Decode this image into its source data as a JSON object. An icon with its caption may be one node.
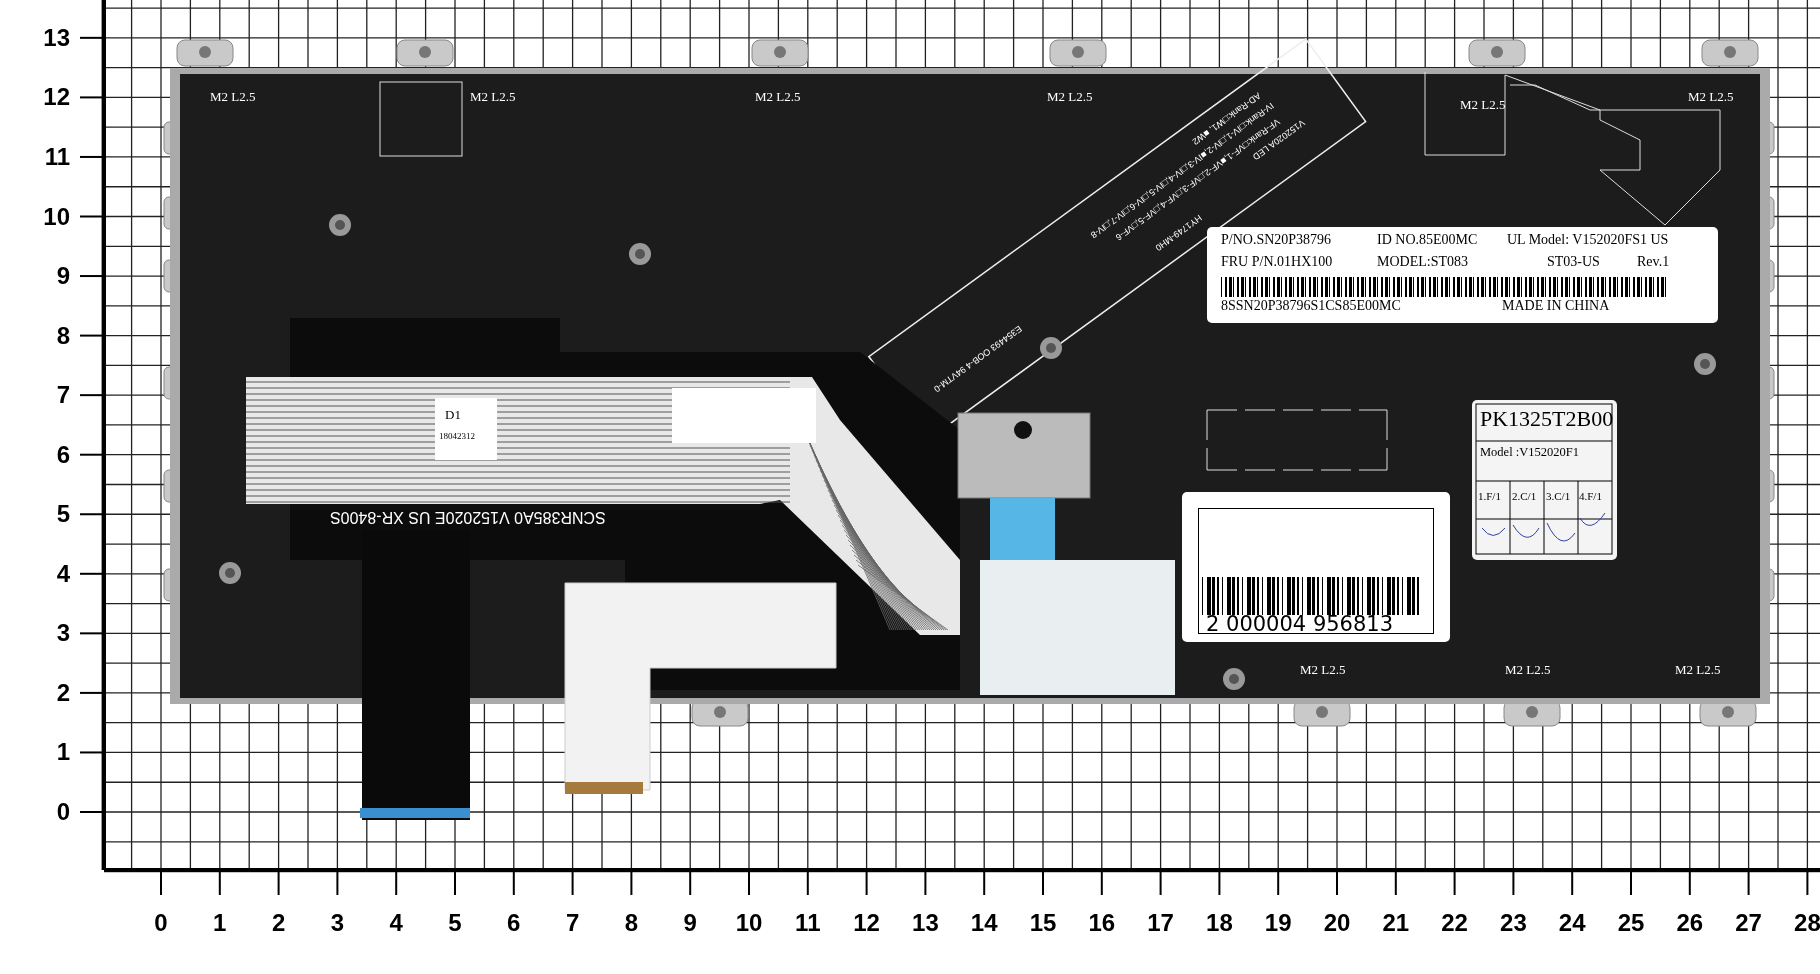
{
  "diagram": {
    "nodes": [
      {
        "text": [
          "P/NO.SN20P38796",
          "ID NO.85E00MC",
          "UL Model: V152020FS1 US",
          "FRU P/N.01HX100",
          "MODEL:ST083",
          "ST03-US",
          "Rev.1",
          "8SSN20P38796S1CS85E00MC",
          "MADE IN CHINA"
        ]
      },
      {
        "text": [
          "PK1325T2B00",
          "Model :V152020F1",
          "1.F/1",
          "2.C/1",
          "3.C/1",
          "4.F/1"
        ]
      },
      {
        "text": [
          "D1",
          "18042312"
        ]
      },
      {
        "text": [
          "2 000004 956813"
        ]
      }
    ],
    "labels": [
      "M2 L2.5",
      "M2 L2.5",
      "M2 L2.5",
      "M2 L2.5",
      "M2 L2.5",
      "M2 L2.5",
      "M2 L2.5",
      "M2 L2.5",
      "M2 L2.5",
      "AD-Rank:□W1, ■W2",
      "IV-Rank:□IV-1,□IV-2,■IV-3,□IV-4,□IV-5,□IV-6,□IV-7,□IV-8",
      "VF-Rank:□VF-1,■VF-2,□VF-3,□VF-4,□VF-5,□VF-6",
      "V152020A LED",
      "HY1749-MH0",
      "E354493 OOB-4 94VTM-0",
      "SCNR385A0 V152020E US XR-8400S",
      "0",
      "1",
      "2",
      "3",
      "4",
      "5",
      "6",
      "7",
      "8",
      "9",
      "10",
      "11",
      "12",
      "13",
      "0",
      "1",
      "2",
      "3",
      "4",
      "5",
      "6",
      "7",
      "8",
      "9",
      "10",
      "11",
      "12",
      "13",
      "14",
      "15",
      "16",
      "17",
      "18",
      "19",
      "20",
      "21",
      "22",
      "23",
      "24",
      "25",
      "26",
      "27",
      "28"
    ]
  }
}
